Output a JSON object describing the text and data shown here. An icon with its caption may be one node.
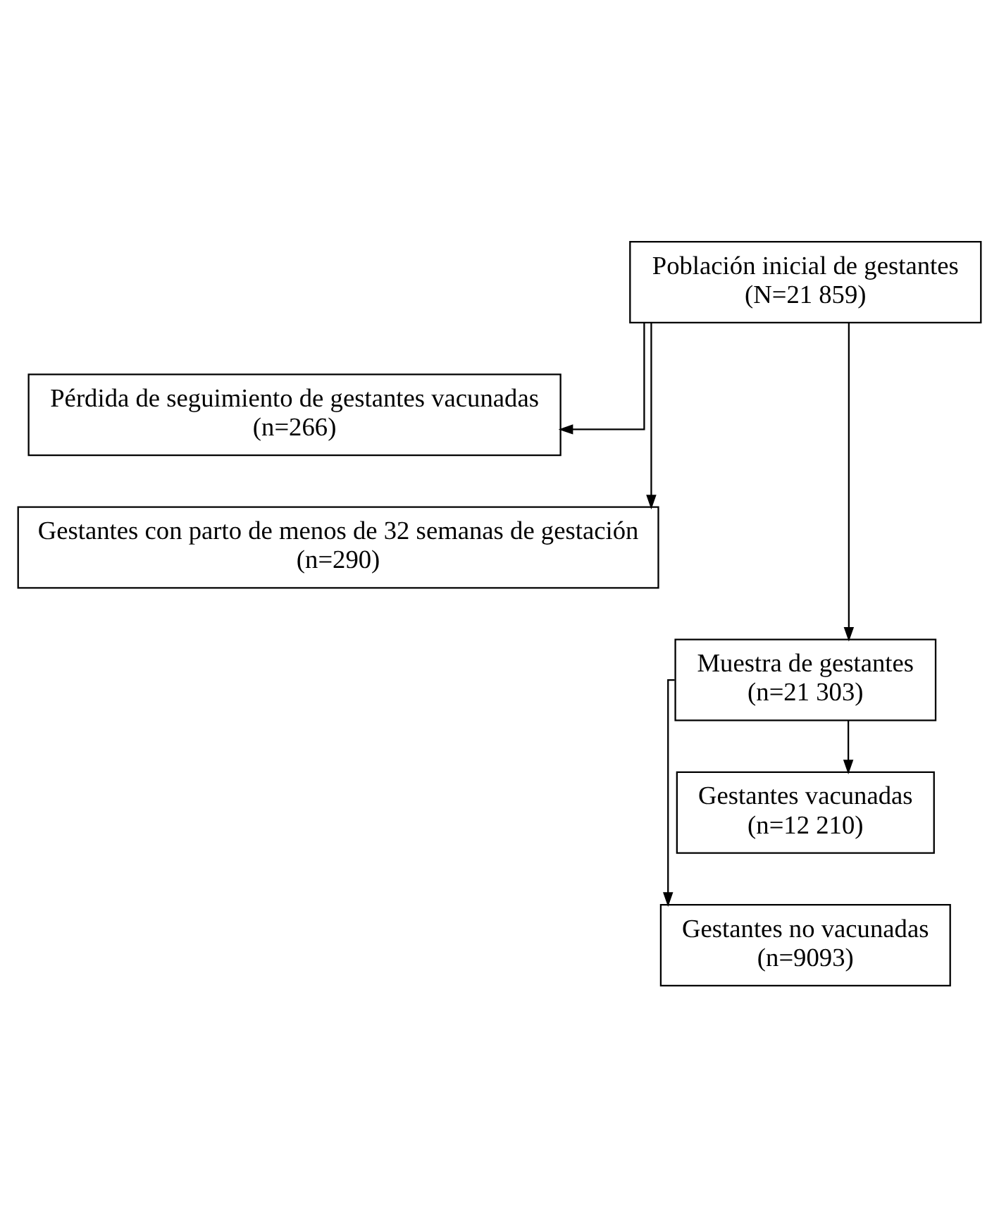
{
  "diagram": {
    "nodes": [
      {
        "text": [
          "Población inicial de gestantes",
          "(N=21 859)"
        ]
      },
      {
        "text": [
          "Pérdida de seguimiento de gestantes vacunadas",
          "(n=266)"
        ]
      },
      {
        "text": [
          "Gestantes con parto de menos de 32 semanas de gestación",
          "(n=290)"
        ]
      },
      {
        "text": [
          "Muestra de gestantes",
          "(n=21 303)"
        ]
      },
      {
        "text": [
          "Gestantes vacunadas",
          "(n=12 210)"
        ]
      },
      {
        "text": [
          "Gestantes no vacunadas",
          "(n=9093)"
        ]
      }
    ],
    "edges": [
      {
        "from": 0,
        "to": 1,
        "arrow": "to"
      },
      {
        "from": 0,
        "to": 2,
        "arrow": "to"
      },
      {
        "from": 0,
        "to": 3,
        "arrow": "to"
      },
      {
        "from": 3,
        "to": 4,
        "arrow": "to"
      },
      {
        "from": 3,
        "to": 5,
        "arrow": "to"
      }
    ]
  }
}
